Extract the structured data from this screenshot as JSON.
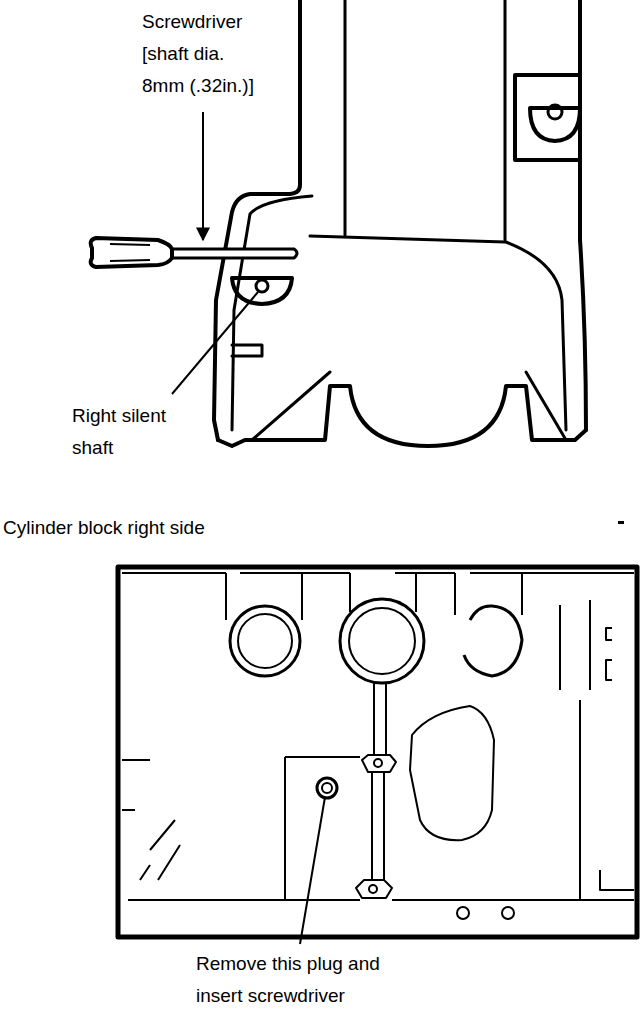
{
  "diagram": {
    "labels": [
      "Screwdriver [shaft dia. 8mm (.32in.)]",
      "Right silent shaft",
      "Cylinder block right side",
      "Remove this plug and insert screwdriver"
    ]
  }
}
